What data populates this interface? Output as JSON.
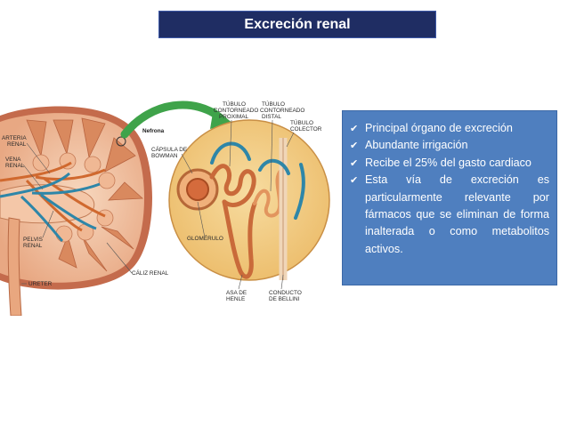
{
  "title": "Excreción renal",
  "diagram": {
    "labels": {
      "arteria_line1": "ARTERIA",
      "arteria_line2": "RENAL",
      "vena_line1": "VENA",
      "vena_line2": "RENAL",
      "pelvis_line1": "PELVIS",
      "pelvis_line2": "RENAL",
      "ureter": "URETER",
      "caliz": "CÁLIZ RENAL",
      "nefrona": "Nefrona",
      "capsula_line1": "CÁPSULA DE",
      "capsula_line2": "BOWMAN",
      "glomerulo": "GLOMÉRULO",
      "tubulo_prox_line1": "TÚBULO",
      "tubulo_prox_line2": "CONTORNEADO",
      "tubulo_prox_line3": "PROXIMAL",
      "tubulo_dist_line1": "TÚBULO",
      "tubulo_dist_line2": "CONTORNEADO",
      "tubulo_dist_line3": "DISTAL",
      "tubulo_col_line1": "TÚBULO",
      "tubulo_col_line2": "COLECTOR",
      "asa_line1": "ASA DE",
      "asa_line2": "HENLE",
      "conducto_line1": "CONDUCTO",
      "conducto_line2": "DE BELLINI"
    }
  },
  "bullets": [
    "Principal órgano de excreción",
    "Abundante irrigación",
    "Recibe el 25% del gasto cardiaco",
    "Esta vía de excreción es particularmente relevante por fármacos que se eliminan de forma inalterada o como metabolitos activos."
  ],
  "colors": {
    "title_bg": "#1f2d63",
    "info_bg": "#4f7fbf",
    "arrow_green": "#3fa34a",
    "kidney_tissue": "#f2c6a6",
    "vein_blue": "#2e86a8",
    "artery_orange": "#d0692f",
    "nephron_circle": "#f2c98a"
  }
}
